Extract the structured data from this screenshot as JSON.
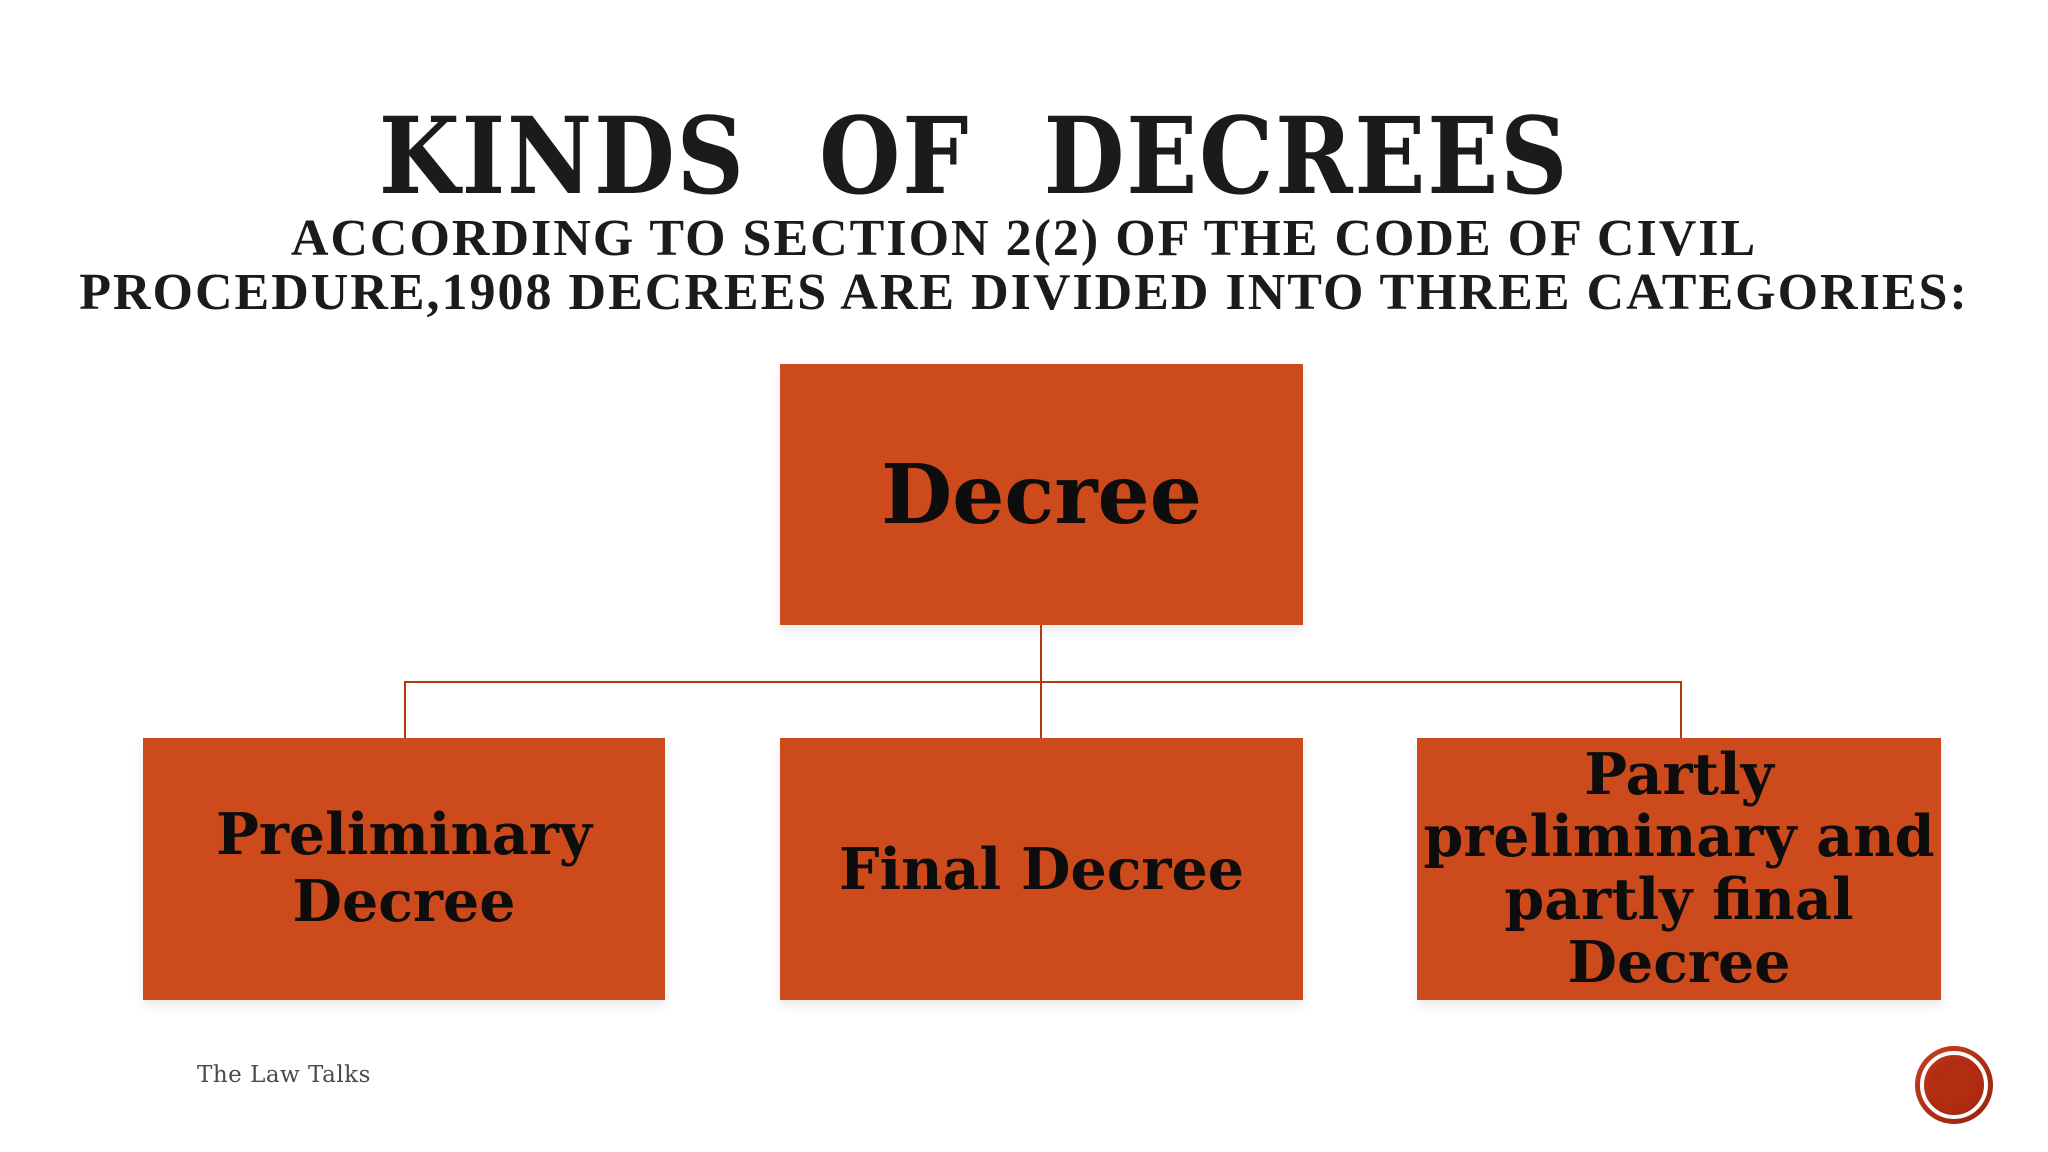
{
  "slide": {
    "title": "KINDS OF DECREES",
    "subtitle_lines": [
      "ACCORDING TO SECTION 2(2) OF THE CODE OF CIVIL",
      "PROCEDURE,1908 DECREES ARE DIVIDED INTO THREE CATEGORIES:"
    ],
    "footer": "The Law Talks"
  },
  "diagram": {
    "type": "org-chart",
    "root": {
      "id": "decree",
      "label": "Decree"
    },
    "children": [
      {
        "id": "preliminary-decree",
        "label": "Preliminary\nDecree"
      },
      {
        "id": "final-decree",
        "label": "Final Decree"
      },
      {
        "id": "partly-preliminary-partly-final-decree",
        "label": "Partly\npreliminary and\npartly final\nDecree"
      }
    ]
  },
  "colors": {
    "background": "#ffffff",
    "box_fill": "#cc4a1c",
    "box_text": "#0d0d0d",
    "connector": "#b3390f",
    "title_text": "#1b1b1b",
    "footer_text": "#4a4a4a",
    "logo_fill": "#b22d12"
  }
}
